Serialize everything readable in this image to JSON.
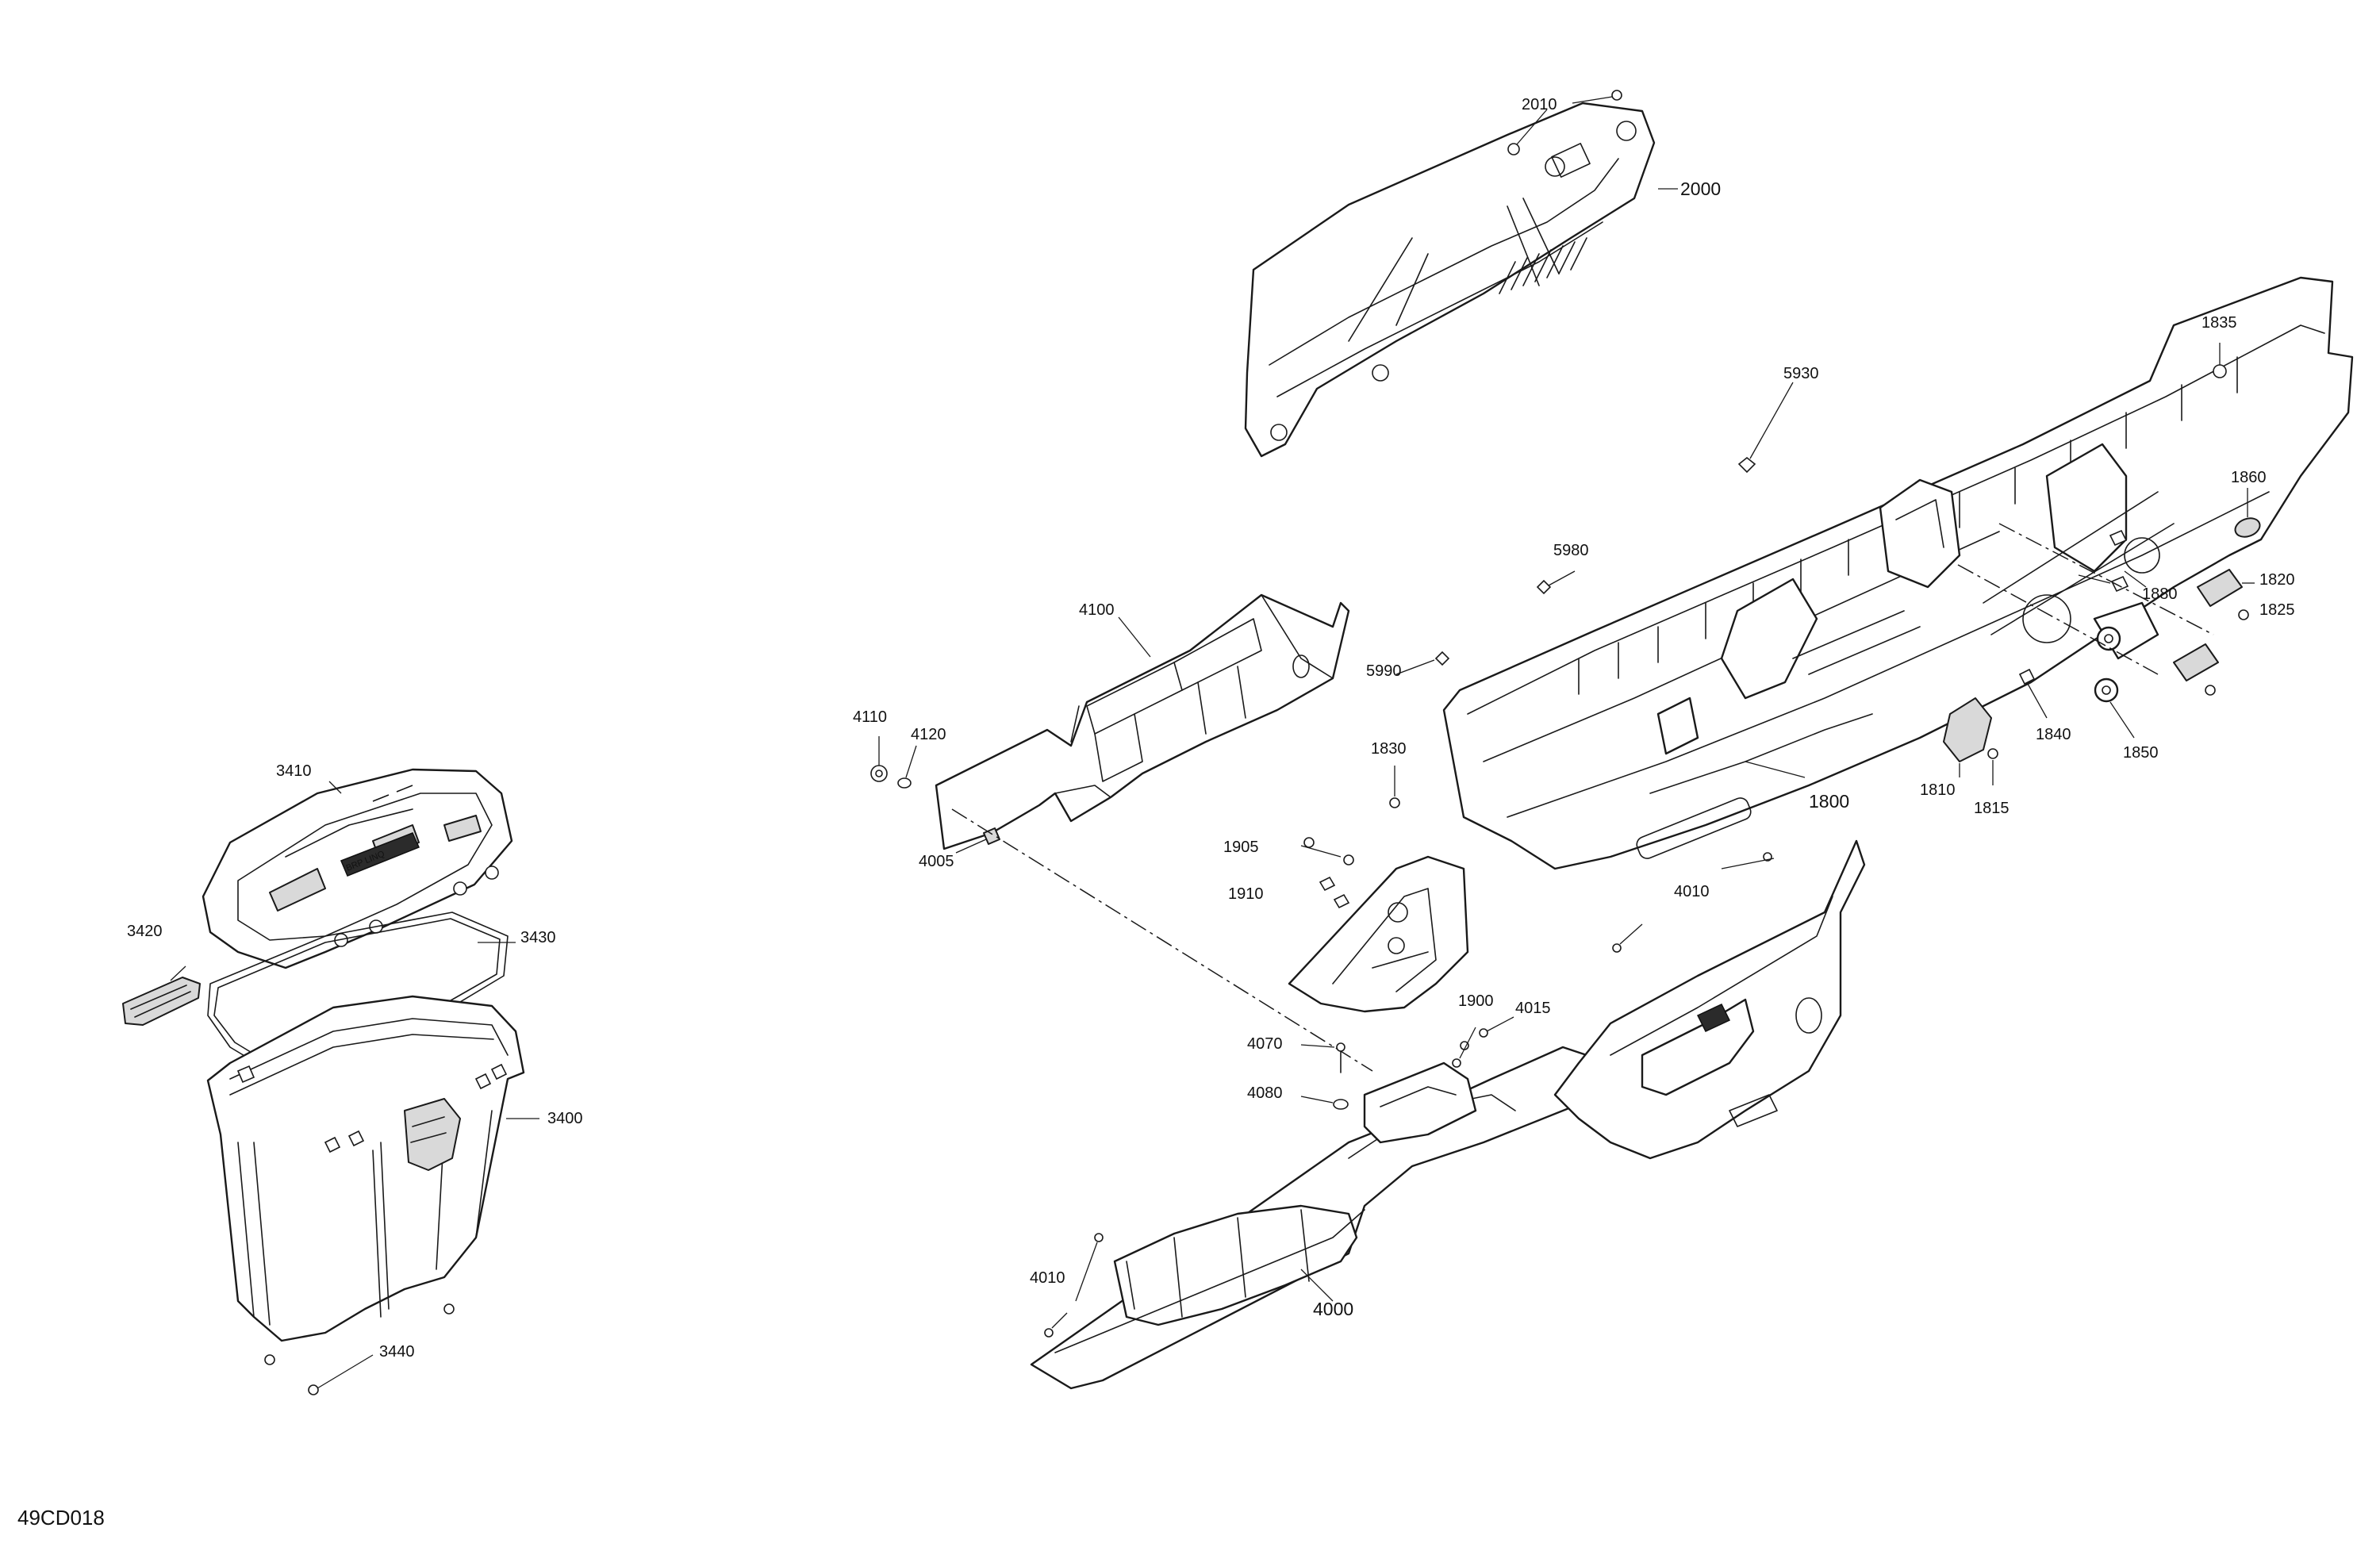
{
  "figure_id": "49CD018",
  "callouts": {
    "c2010": "2010",
    "c2000": "2000",
    "c1835": "1835",
    "c5930": "5930",
    "c1860": "1860",
    "c5980": "5980",
    "c1820": "1820",
    "c1880": "1880",
    "c1825": "1825",
    "c4100": "4100",
    "c5990": "5990",
    "c1840": "1840",
    "c1850": "1850",
    "c4110": "4110",
    "c4120": "4120",
    "c1830": "1830",
    "c1800": "1800",
    "c1810": "1810",
    "c1815": "1815",
    "c3410": "3410",
    "c4005": "4005",
    "c1905": "1905",
    "c4010a": "4010",
    "c1910": "1910",
    "c3420": "3420",
    "c3430": "3430",
    "c1900": "1900",
    "c4015": "4015",
    "c4070": "4070",
    "c3400": "3400",
    "c4080": "4080",
    "c4010b": "4010",
    "c4000": "4000",
    "c3440": "3440"
  },
  "product_badge": "BRP LINQ"
}
